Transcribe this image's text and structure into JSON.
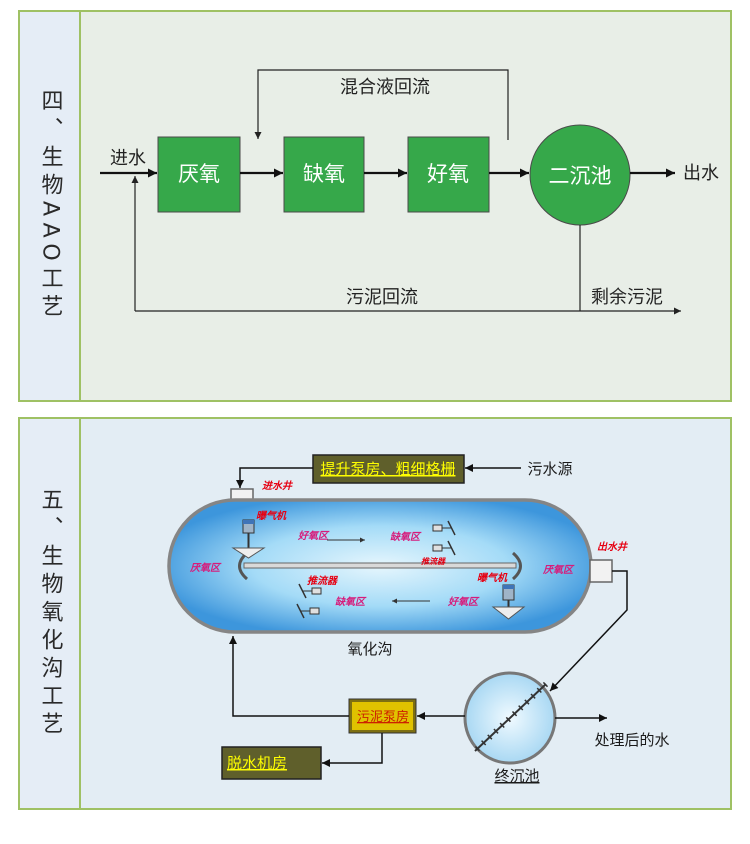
{
  "aao_panel": {
    "title": "四、生物AAO工艺",
    "inlet": "进水",
    "anaerobic": "厌氧",
    "anoxic": "缺氧",
    "aerobic": "好氧",
    "secondary_clarifier": "二沉池",
    "outlet": "出水",
    "mixed_liquor_return": "混合液回流",
    "sludge_return": "污泥回流",
    "excess_sludge": "剩余污泥"
  },
  "ditch_panel": {
    "title": "五、生物氧化沟工艺",
    "lift_pump_screen": "提升泵房、粗细格栅",
    "sewage_source": "污水源",
    "inlet_well": "进水井",
    "outlet_well": "出水井",
    "zones": {
      "aerator_top": "曝气机",
      "aerobic_top": "好氧区",
      "anoxic_top": "缺氧区",
      "propeller_top": "推流器",
      "anaerobic_left": "厌氧区",
      "anaerobic_right": "厌氧区",
      "propeller_bottom": "推流器",
      "anoxic_bottom": "缺氧区",
      "aerobic_bottom": "好氧区",
      "aerator_bottom": "曝气机"
    },
    "ditch_name": "氧化沟",
    "final_clarifier": "终沉池",
    "treated_water": "处理后的水",
    "sludge_pump_room": "污泥泵房",
    "dewatering_room": "脱水机房"
  },
  "colors": {
    "reactor_green": "#36a84a",
    "ditch_blue": "#3d96dc",
    "olive_box": "#5f5f2b",
    "olive_box_text": "#ffff00",
    "sludge_pump_fill": "#e0c200",
    "sludge_pump_text": "#cc1f00",
    "equipment_label_red": "#e60012",
    "zone_label_magenta": "#d61c7b"
  }
}
